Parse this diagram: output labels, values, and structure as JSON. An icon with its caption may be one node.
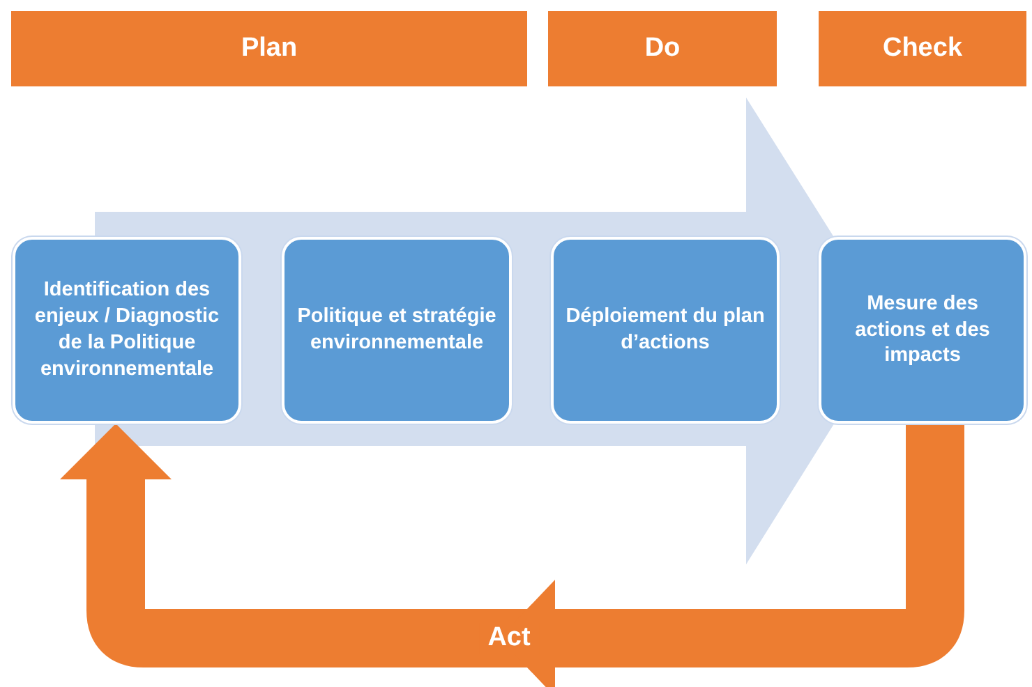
{
  "diagram": {
    "nodes": [
      {
        "text": [
          "Plan"
        ]
      },
      {
        "text": [
          "Do"
        ]
      },
      {
        "text": [
          "Check"
        ]
      },
      {
        "text": [
          "Identification des enjeux / Diagnostic de la Politique environnementale"
        ]
      },
      {
        "text": [
          "Politique et stratégie environnementale"
        ]
      },
      {
        "text": [
          "Déploiement du plan d’actions"
        ]
      },
      {
        "text": [
          "Mesure des actions et des impacts"
        ]
      }
    ],
    "edges": [
      {
        "from": 6,
        "to": 3,
        "arrow": "to",
        "label": "Act",
        "color": "#ed7d31"
      }
    ]
  }
}
